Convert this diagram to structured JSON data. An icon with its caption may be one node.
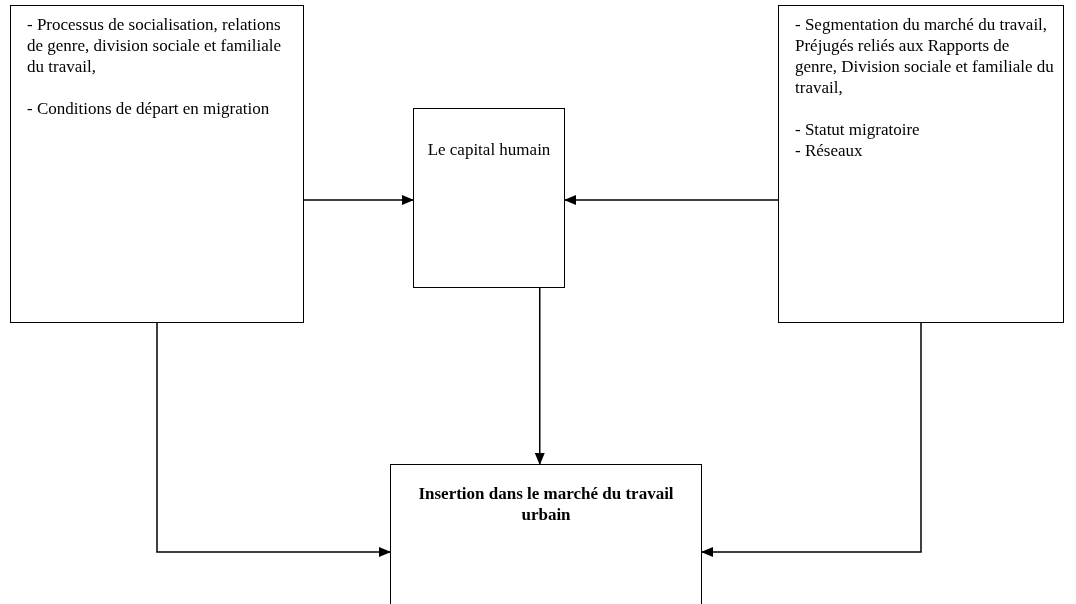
{
  "diagram": {
    "nodes": [
      {
        "text": [
          "- Processus de socialisation, relations de genre, division sociale et familiale du travail,",
          "- Conditions de départ en migration"
        ]
      },
      {
        "text": [
          "Le capital humain"
        ]
      },
      {
        "text": [
          "- Segmentation du marché du travail, Préjugés reliés aux Rapports de genre, Division sociale et familiale du travail,",
          "- Statut migratoire",
          "- Réseaux"
        ]
      },
      {
        "text": [
          "Insertion dans le marché du travail urbain"
        ]
      }
    ],
    "edges": [
      {
        "from": 0,
        "to": 1,
        "arrow": "to"
      },
      {
        "from": 2,
        "to": 1,
        "arrow": "to"
      },
      {
        "from": 1,
        "to": 3,
        "arrow": "to"
      },
      {
        "from": 0,
        "to": 3,
        "arrow": "to"
      },
      {
        "from": 2,
        "to": 3,
        "arrow": "to"
      }
    ]
  }
}
